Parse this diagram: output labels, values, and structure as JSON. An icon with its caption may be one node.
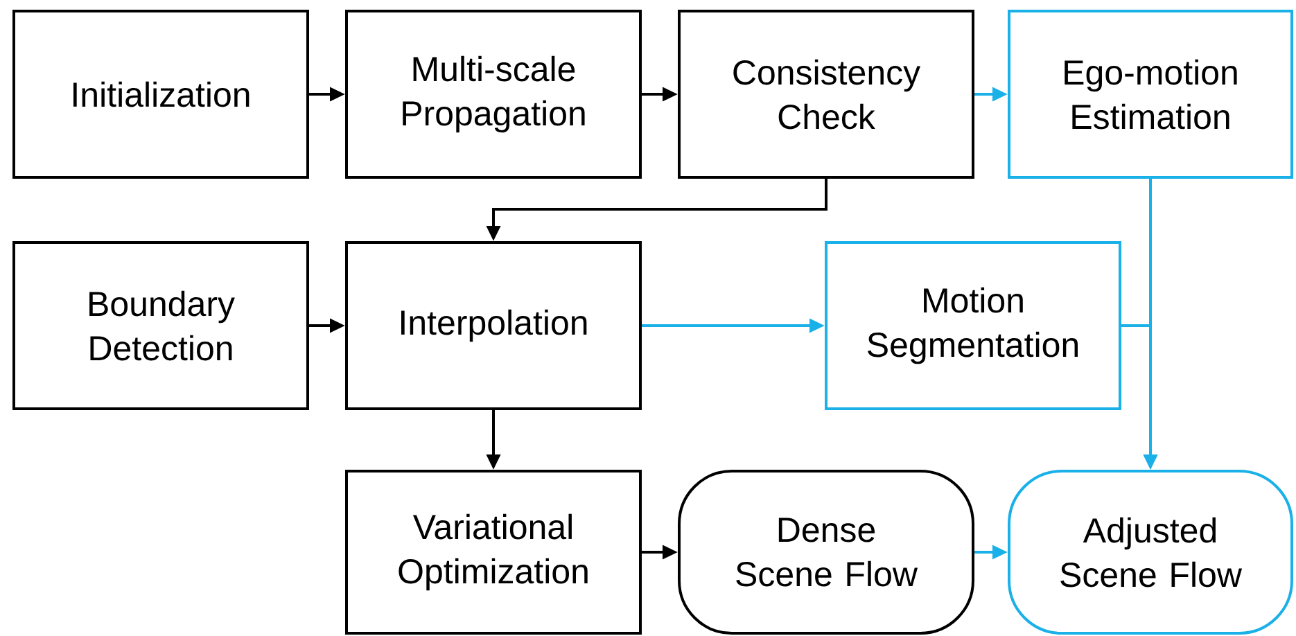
{
  "diagram": {
    "nodes": [
      {
        "text": [
          "Initialization"
        ]
      },
      {
        "text": [
          "Multi-scale Propagation"
        ]
      },
      {
        "text": [
          "Consistency Check"
        ]
      },
      {
        "text": [
          "Ego-motion Estimation"
        ]
      },
      {
        "text": [
          "Boundary Detection"
        ]
      },
      {
        "text": [
          "Interpolation"
        ]
      },
      {
        "text": [
          "Motion Segmentation"
        ]
      },
      {
        "text": [
          "Variational Optimization"
        ]
      },
      {
        "text": [
          "Dense Scene Flow"
        ]
      },
      {
        "text": [
          "Adjusted Scene Flow"
        ]
      }
    ],
    "edges": [
      {
        "from": 0,
        "to": 1,
        "arrow": "to"
      },
      {
        "from": 1,
        "to": 2,
        "arrow": "to"
      },
      {
        "from": 2,
        "to": 3,
        "arrow": "to",
        "color": "#1ab0e8"
      },
      {
        "from": 2,
        "to": 5,
        "arrow": "to"
      },
      {
        "from": 4,
        "to": 5,
        "arrow": "to"
      },
      {
        "from": 5,
        "to": 6,
        "arrow": "to",
        "color": "#1ab0e8"
      },
      {
        "from": 5,
        "to": 7,
        "arrow": "to"
      },
      {
        "from": 7,
        "to": 8,
        "arrow": "to"
      },
      {
        "from": 8,
        "to": 9,
        "arrow": "to",
        "color": "#1ab0e8"
      },
      {
        "from": 3,
        "to": 9,
        "arrow": "to",
        "color": "#1ab0e8"
      },
      {
        "from": 6,
        "to": 9,
        "arrow": "to",
        "color": "#1ab0e8"
      }
    ]
  }
}
